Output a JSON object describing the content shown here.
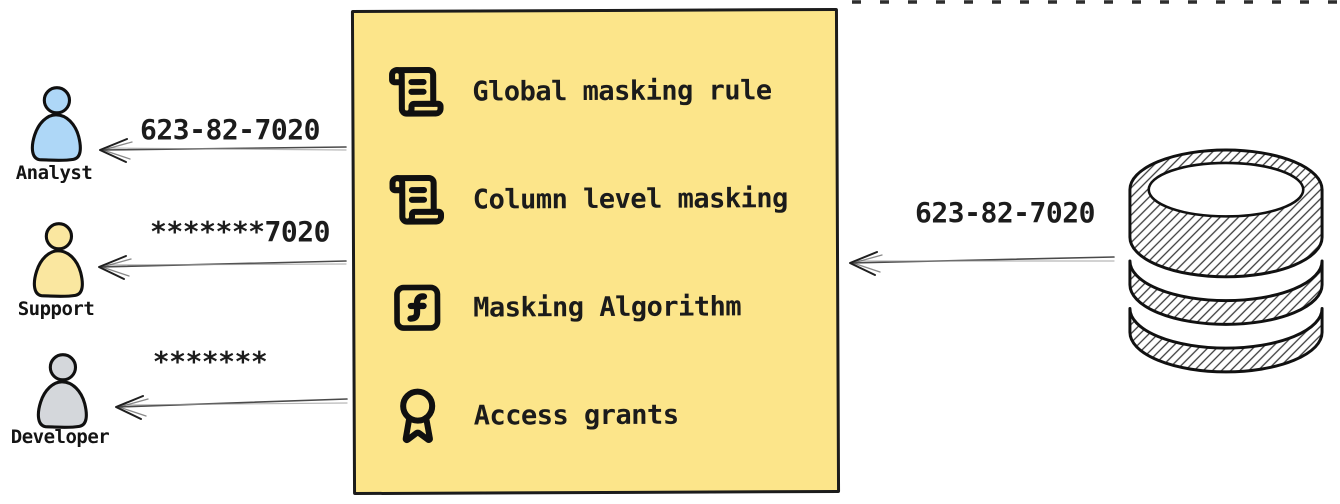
{
  "canvas": {
    "background": "#ffffff",
    "ink": "#1a1a1a"
  },
  "personas": [
    {
      "name": "Analyst",
      "icon": "person-icon",
      "fill": "#aed7f7",
      "received_value": "623-82-7020"
    },
    {
      "name": "Support",
      "icon": "person-icon",
      "fill": "#fae7a0",
      "received_value": "*******7020"
    },
    {
      "name": "Developer",
      "icon": "person-icon",
      "fill": "#d4d7db",
      "received_value": "*******"
    }
  ],
  "masking_box": {
    "fill": "#fce58a",
    "border": "#1c1c1c",
    "items": [
      {
        "icon": "scroll-text-icon",
        "label": "Global masking rule"
      },
      {
        "icon": "scroll-text-icon",
        "label": "Column level masking"
      },
      {
        "icon": "function-square-icon",
        "label": "Masking Algorithm"
      },
      {
        "icon": "award-icon",
        "label": "Access grants"
      }
    ]
  },
  "database": {
    "icon": "database-icon",
    "sent_value": "623-82-7020"
  }
}
